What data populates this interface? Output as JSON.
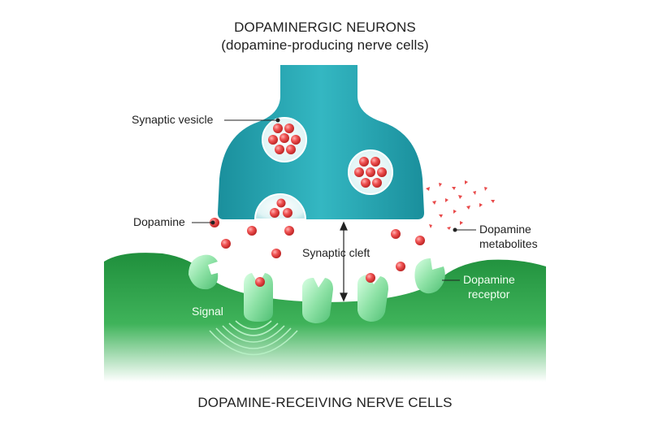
{
  "title": {
    "line1": "DOPAMINERGIC NEURONS",
    "line2": "(dopamine-producing nerve cells)"
  },
  "footer": "DOPAMINE-RECEIVING NERVE CELLS",
  "labels": {
    "synaptic_vesicle": "Synaptic vesicle",
    "dopamine": "Dopamine",
    "dopamine_metabolites_1": "Dopamine",
    "dopamine_metabolites_2": "metabolites",
    "synaptic_cleft": "Synaptic cleft",
    "dopamine_receptor_1": "Dopamine",
    "dopamine_receptor_2": "receptor",
    "signal": "Signal"
  },
  "colors": {
    "neuron": "#1a9aa8",
    "receiving_cell": "#2fa04a",
    "receptor": "#8fe0a8",
    "dopamine": "#e84a4a"
  }
}
